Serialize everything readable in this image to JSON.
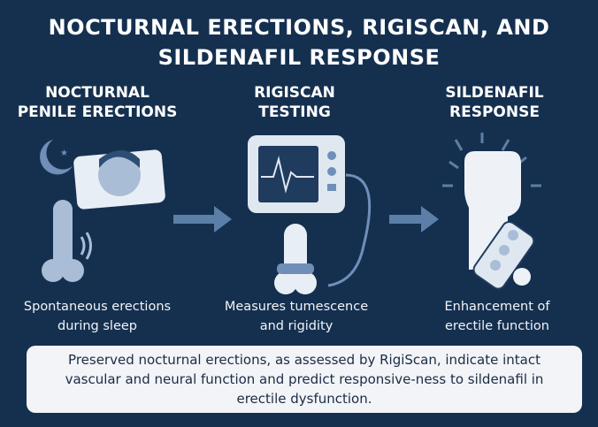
{
  "title_line1": "NOCTURNAL ERECTIONS, RIGISCAN, AND",
  "title_line2": "SILDENAFIL RESPONSE",
  "columns": [
    {
      "heading_line1": "NOCTURNAL",
      "heading_line2": "PENILE ERECTIONS",
      "caption_line1": "Spontaneous erections",
      "caption_line2": "during sleep",
      "icon": "sleeping-person-icon"
    },
    {
      "heading_line1": "RIGISCAN",
      "heading_line2": "TESTING",
      "caption_line1": "Measures tumescence",
      "caption_line2": "and rigidity",
      "icon": "monitor-device-icon"
    },
    {
      "heading_line1": "SILDENAFIL",
      "heading_line2": "RESPONSE",
      "caption_line1": "Enhancement of",
      "caption_line2": "erectile function",
      "icon": "fist-pill-icon"
    }
  ],
  "summary": "Preserved nocturnal erections, as assessed by RigiScan, indicate intact vascular and neural function and predict responsive-ness to sildenafil in erectile dysfunction.",
  "colors": {
    "background": "#15304f",
    "accent": "#5b7fa6",
    "icon_light": "#a9bdd6",
    "box": "#f2f4f7"
  }
}
